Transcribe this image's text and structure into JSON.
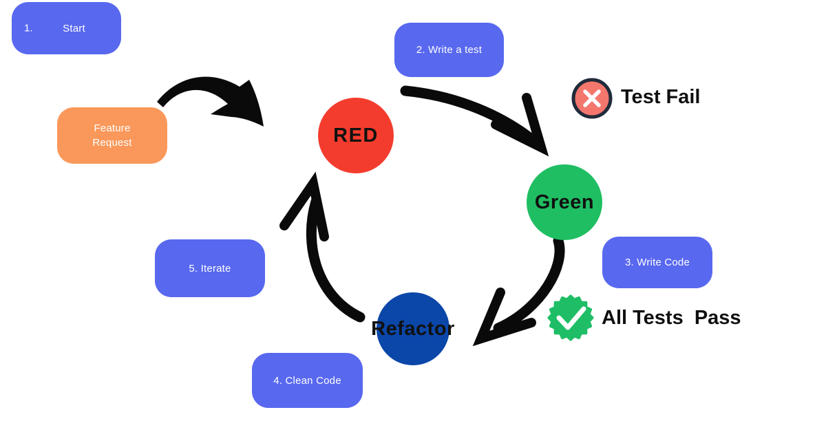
{
  "colors": {
    "box_blue": "#5868EF",
    "box_orange": "#F9985A",
    "circle_red": "#F43C2E",
    "circle_green": "#1FBE63",
    "circle_darkblue": "#0B47A9",
    "badge_fail_fill": "#F4776D",
    "badge_fail_border": "#212B3B",
    "badge_pass_green": "#1FBE66",
    "arrow_black": "#0A0A0A"
  },
  "nodes": {
    "start": {
      "number": "1.",
      "label": "Start"
    },
    "feature_request": {
      "label": "Feature Request"
    },
    "write_test": {
      "label": "2. Write a test"
    },
    "red": {
      "label": "RED"
    },
    "test_fail": {
      "label": "Test Fail"
    },
    "green": {
      "label": "Green"
    },
    "write_code": {
      "label": "3. Write Code"
    },
    "all_tests_pass": {
      "label": "All Tests  Pass"
    },
    "refactor": {
      "label": "Refactor"
    },
    "clean_code": {
      "label": "4. Clean Code"
    },
    "iterate": {
      "label": "5. Iterate"
    }
  },
  "icons": {
    "fail_badge": "x-mark-circle",
    "pass_badge": "checkmark-seal"
  }
}
